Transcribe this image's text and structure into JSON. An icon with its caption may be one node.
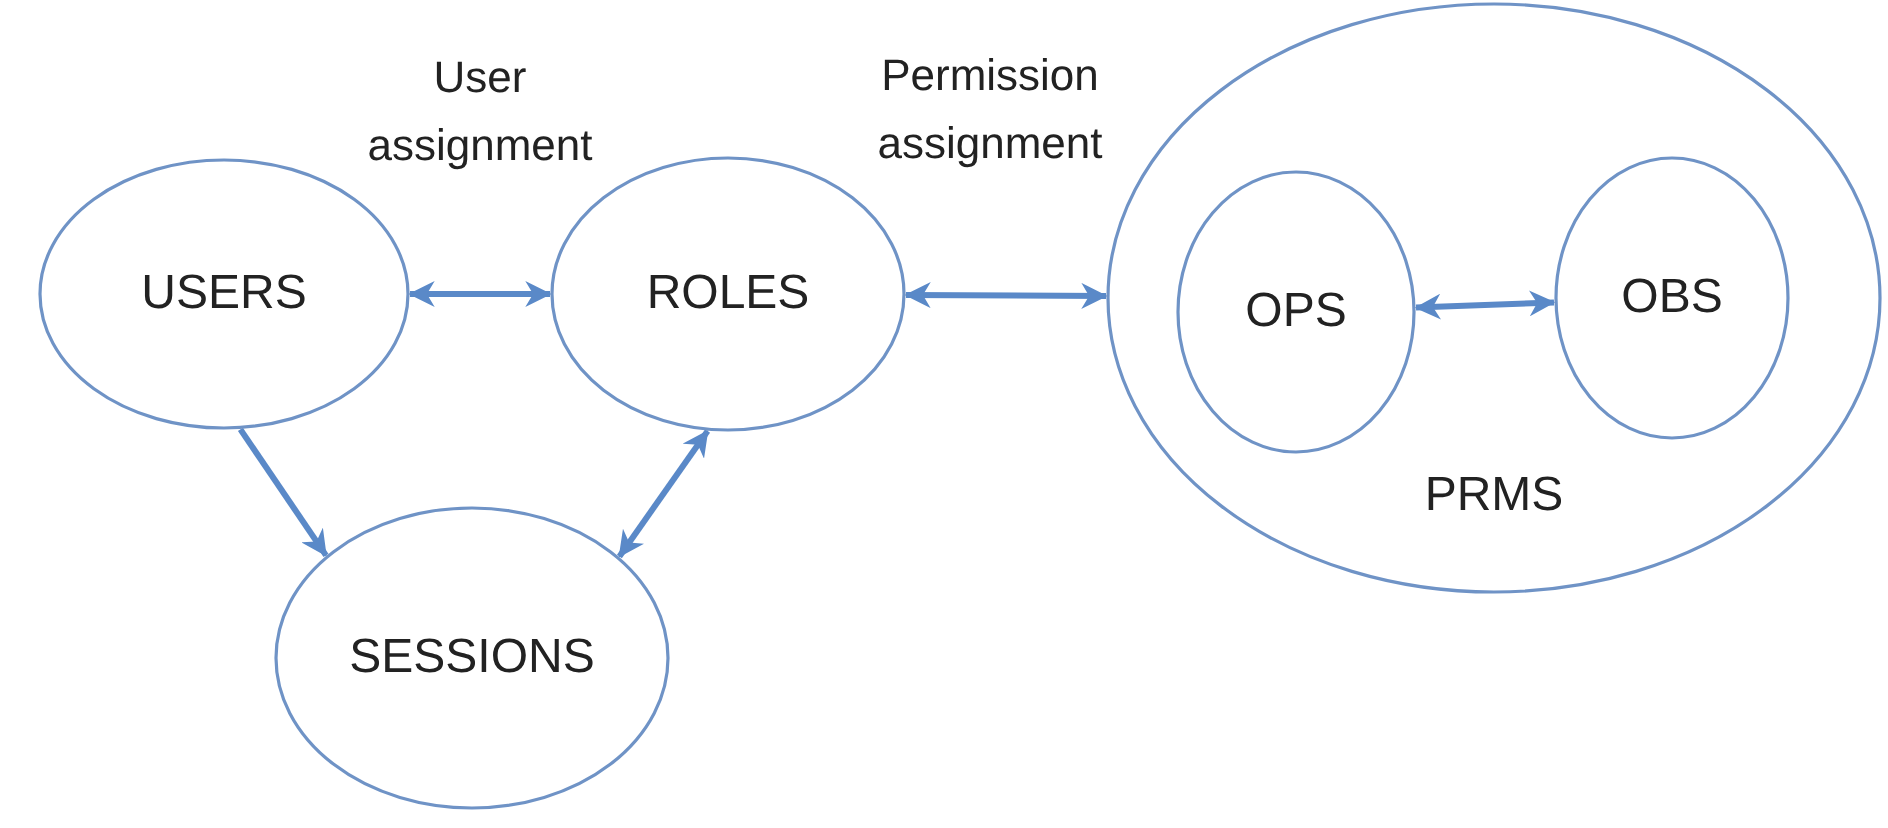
{
  "diagram": {
    "nodes": [
      {
        "text": [
          "USERS"
        ]
      },
      {
        "text": [
          "ROLES"
        ]
      },
      {
        "text": [
          "PRMS"
        ]
      },
      {
        "text": [
          "OPS"
        ],
        "in": 2
      },
      {
        "text": [
          "OBS"
        ],
        "in": 2
      },
      {
        "text": [
          "SESSIONS"
        ]
      }
    ],
    "edges": [
      {
        "from": 0,
        "to": 1,
        "arrow": "both",
        "label": "User assignment"
      },
      {
        "from": 1,
        "to": 2,
        "arrow": "both",
        "label": "Permission assignment"
      },
      {
        "from": 0,
        "to": 5,
        "arrow": "to"
      },
      {
        "from": 1,
        "to": 5,
        "arrow": "both"
      },
      {
        "from": 3,
        "to": 4,
        "arrow": "both"
      }
    ]
  }
}
